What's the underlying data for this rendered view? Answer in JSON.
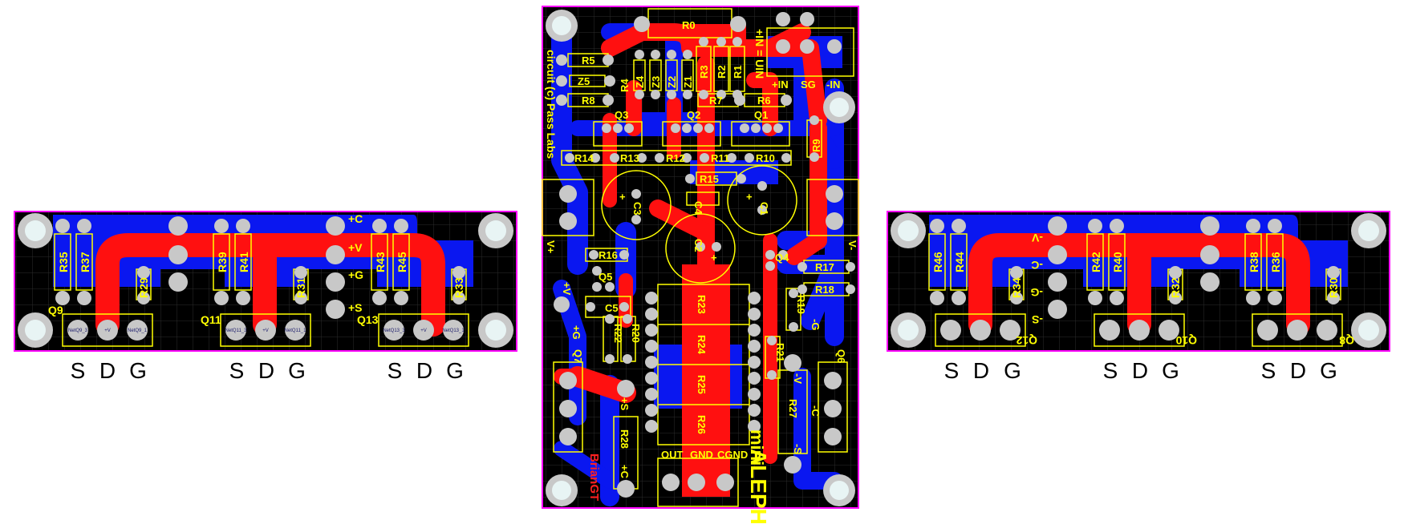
{
  "colors": {
    "board": "#000000",
    "outline": "#ff00ff",
    "bottom_copper": "#0a17f0",
    "top_copper": "#ff1010",
    "silkscreen": "#ffff00",
    "pad": "#c8c8c8",
    "pad_hole": "#e8f4f4",
    "grid": "#303030"
  },
  "center_board": {
    "copyright": "circuit (c) Pass Labs",
    "credit": "BrianGT",
    "title_line1": "mini",
    "title_line2": "ALEPH",
    "input_note": "+IN = UIN",
    "labels": {
      "r0": "R0",
      "r1": "R1",
      "r2": "R2",
      "r3": "R3",
      "r4": "R4",
      "r5": "R5",
      "r6": "R6",
      "r7": "R7",
      "r8": "R8",
      "r9": "R9",
      "r10": "R10",
      "r11": "R11",
      "r12": "R12",
      "r13": "R13",
      "r14": "R14",
      "r15": "R15",
      "r16": "R16",
      "r17": "R17",
      "r18": "R18",
      "r19": "R19",
      "r20": "R20",
      "r21": "R21",
      "r22": "R22",
      "r23": "R23",
      "r24": "R24",
      "r25": "R25",
      "r26": "R26",
      "r27": "R27",
      "r28": "R28",
      "z1": "Z1",
      "z2": "Z2",
      "z3": "Z3",
      "z4": "Z4",
      "z5": "Z5",
      "q1": "Q1",
      "q2": "Q2",
      "q3": "Q3",
      "q4": "Q4",
      "q5": "Q5",
      "q6": "Q6",
      "q7": "Q7",
      "c1": "C1",
      "c2": "C2",
      "c3": "C3",
      "c4": "C4",
      "c5": "C5",
      "plus": "+",
      "in_plus": "+IN",
      "in_sg": "SG",
      "in_minus": "-IN",
      "v_plus": "V+",
      "v_minus": "V-",
      "plus_v": "+V",
      "plus_g": "+G",
      "plus_s": "+S",
      "plus_c": "+C",
      "minus_v": "-V",
      "minus_g": "-G",
      "minus_s": "-S",
      "minus_c": "-C",
      "out": "OUT",
      "gnd": "GND",
      "cgnd": "CGND"
    }
  },
  "left_board": {
    "resistors": [
      "R35",
      "R37",
      "R39",
      "R41",
      "R43",
      "R45"
    ],
    "small_resistors": [
      "R29",
      "R31",
      "R33"
    ],
    "transistors": [
      "Q9",
      "Q11",
      "Q13"
    ],
    "pins": [
      "+C",
      "+V",
      "+G",
      "+S"
    ],
    "pad_names": [
      [
        "NetQ9_3",
        "+V",
        "NetQ9_1"
      ],
      [
        "NetQ11_3",
        "+V",
        "NetQ11_1"
      ],
      [
        "NetQ13_3",
        "+V",
        "NetQ13_1"
      ]
    ],
    "pin_legend": [
      "S",
      "D",
      "G"
    ]
  },
  "right_board": {
    "resistors": [
      "R46",
      "R44",
      "R42",
      "R40",
      "R38",
      "R36"
    ],
    "small_resistors": [
      "R34",
      "R32",
      "R30"
    ],
    "transistors": [
      "Q12",
      "Q10",
      "Q8"
    ],
    "pins": [
      "-V",
      "-C",
      "-G",
      "-S"
    ],
    "pin_legend": [
      "S",
      "D",
      "G"
    ]
  }
}
